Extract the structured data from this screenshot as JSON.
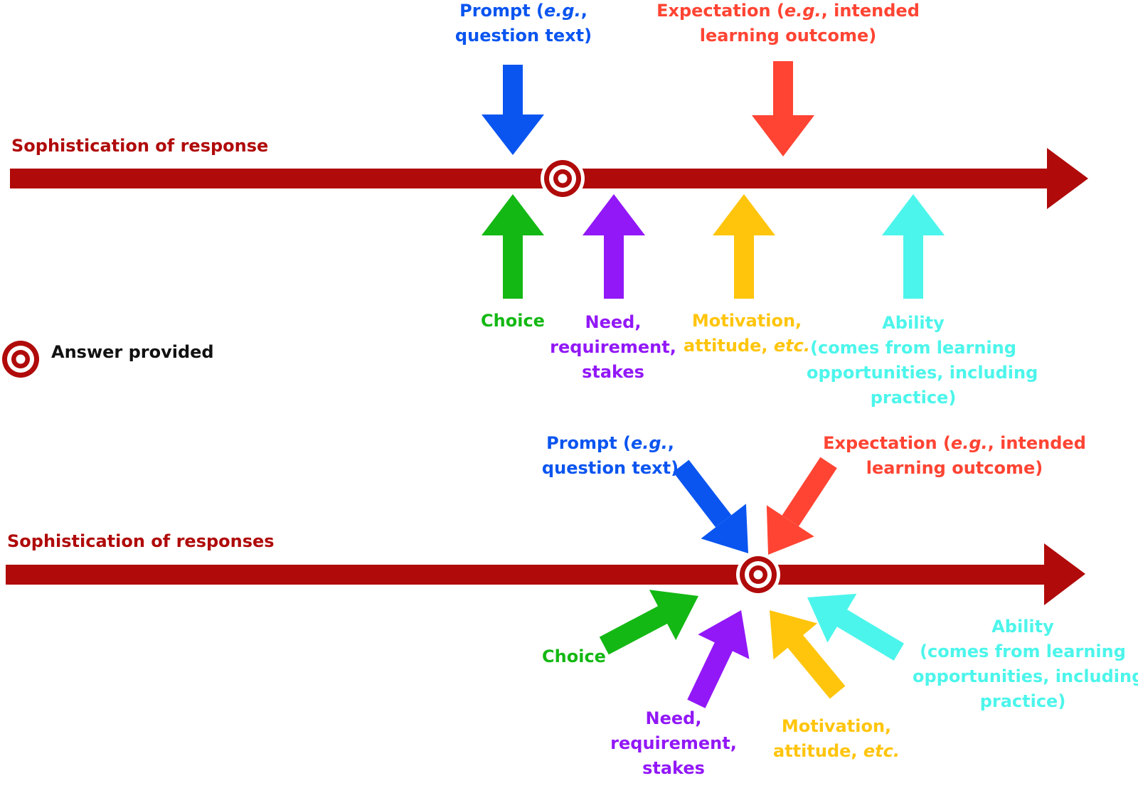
{
  "colors": {
    "axis": "#b00a0a",
    "prompt": "#0a55f0",
    "expectation": "#ff4433",
    "choice": "#14b814",
    "need": "#9218f7",
    "motivation": "#ffc50d",
    "ability": "#4cf5eb",
    "text_legend": "#111111"
  },
  "legend": {
    "label": "Answer provided",
    "icon": "target-icon"
  },
  "panel_top": {
    "axis_label": "Sophistication of response",
    "prompt": {
      "line1": "Prompt (",
      "line1_em": "e.g.",
      "line1_tail": ",",
      "line2": "question text)"
    },
    "expectation": {
      "line1": "Expectation (",
      "line1_em": "e.g.",
      "line1_tail": ", intended",
      "line2": "learning outcome)"
    },
    "choice": {
      "line1": "Choice"
    },
    "need": {
      "line1": "Need,",
      "line2": "requirement,",
      "line3": "stakes"
    },
    "motivation": {
      "line1": "Motivation,",
      "line2": "attitude, ",
      "line2_em": "etc."
    },
    "ability": {
      "line1": "Ability",
      "line2": "(comes from learning",
      "line3": "opportunities, including",
      "line4": "practice)"
    }
  },
  "panel_bottom": {
    "axis_label": "Sophistication of responses",
    "prompt": {
      "line1": "Prompt (",
      "line1_em": "e.g.",
      "line1_tail": ",",
      "line2": "question text)"
    },
    "expectation": {
      "line1": "Expectation (",
      "line1_em": "e.g.",
      "line1_tail": ", intended",
      "line2": "learning outcome)"
    },
    "choice": {
      "line1": "Choice"
    },
    "need": {
      "line1": "Need,",
      "line2": "requirement,",
      "line3": "stakes"
    },
    "motivation": {
      "line1": "Motivation,",
      "line2": "attitude, ",
      "line2_em": "etc."
    },
    "ability": {
      "line1": "Ability",
      "line2": "(comes from learning",
      "line3": "opportunities, including",
      "line4": "practice)"
    }
  }
}
